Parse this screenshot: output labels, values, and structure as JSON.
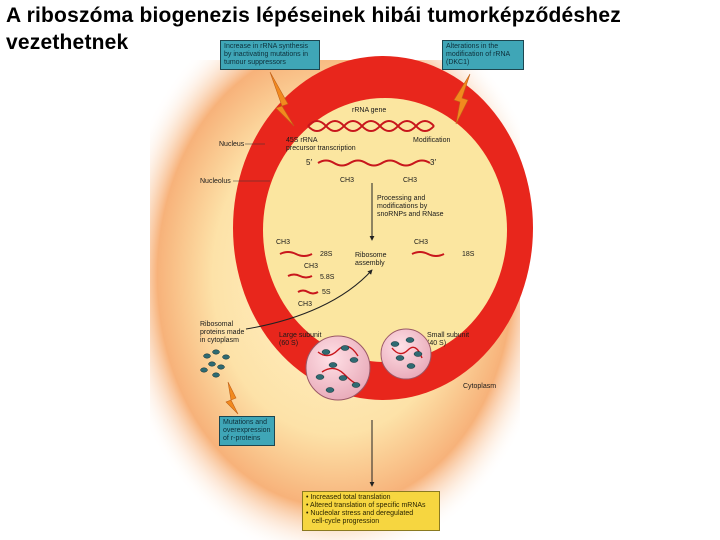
{
  "title": {
    "line1": "A riboszóma biogenezis lépéseinek hibái tumorképződéshez",
    "line2": "vezethetnek"
  },
  "boxes": {
    "top_left": [
      "Increase in rRNA synthesis",
      "by inactivating mutations in",
      "tumour suppressors"
    ],
    "top_right": [
      "Alterations in the",
      "modification of rRNA",
      "(DKC1)"
    ],
    "bottom_left": [
      "Mutations and",
      "overexpression",
      "of r-proteins"
    ],
    "outcomes": [
      "• Increased total translation",
      "• Altered translation of specific mRNAs",
      "• Nucleolar stress and deregulated",
      "   cell-cycle progression"
    ]
  },
  "labels": {
    "rrna_gene": "rRNA gene",
    "precursor": [
      "45S rRNA",
      "precursor transcription"
    ],
    "modification": "Modification",
    "nucleus": "Nucleus",
    "nucleolus": "Nucleolus",
    "five_prime": "5′",
    "three_prime": "3′",
    "ch3": "CH3",
    "processing": [
      "Processing and",
      "modifications by",
      "snoRNPs and RNase"
    ],
    "s28": "28S",
    "s58": "5.8S",
    "s5": "5S",
    "s18": "18S",
    "ribosome_assembly": [
      "Ribosome",
      "assembly"
    ],
    "ribosomal_proteins": [
      "Ribosomal",
      "proteins made",
      "in cytoplasm"
    ],
    "large_subunit": [
      "Large subunit",
      "(60 S)"
    ],
    "small_subunit": [
      "Small subunit",
      "(40 S)"
    ],
    "cytoplasm": "Cytoplasm"
  },
  "colors": {
    "cell_red": "#e8261c",
    "nucleolus_cream": "#fbe6a0",
    "teal_box": "#3fa6b7",
    "yellow_box": "#f6d640",
    "rna_strand": "#c8161c"
  }
}
